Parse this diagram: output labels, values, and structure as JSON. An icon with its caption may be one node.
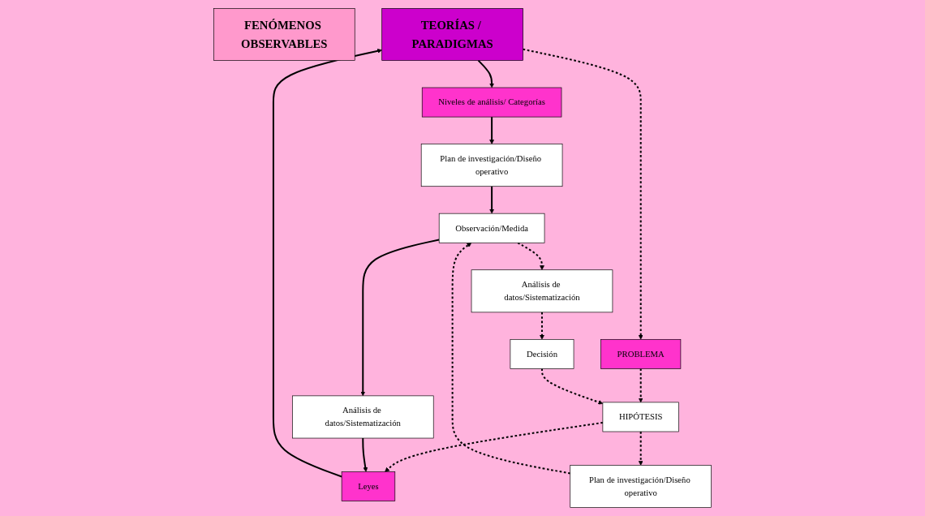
{
  "diagram": {
    "nodes": [
      {
        "text": [
          "TEORÍAS / PARADIGMAS"
        ]
      },
      {
        "text": [
          "PROBLEMA"
        ]
      },
      {
        "text": [
          "Niveles de análisis/ Categorías"
        ]
      },
      {
        "text": [
          "Leyes"
        ]
      },
      {
        "text": [
          "HIPÓTESIS"
        ]
      },
      {
        "text": [
          "Decisión"
        ]
      },
      {
        "text": [
          "Análisis de datos/Sistematización"
        ]
      },
      {
        "text": [
          "Plan de investigación/Diseño operativo"
        ]
      },
      {
        "text": [
          "Análisis de datos/Sistematización"
        ]
      },
      {
        "text": [
          "Plan de investigación/Diseño operativo"
        ]
      },
      {
        "text": [
          "Observación/Medida"
        ]
      },
      {
        "text": [
          "FENÓMENOS OBSERVABLES"
        ]
      }
    ],
    "edges": [
      {
        "from": 0,
        "to": 2,
        "arrow": "to"
      },
      {
        "from": 3,
        "to": 0,
        "arrow": "to"
      },
      {
        "from": 0,
        "to": 1,
        "arrow": "to",
        "style": "dashed"
      },
      {
        "from": 1,
        "to": 4,
        "arrow": "to",
        "style": "dashed"
      },
      {
        "from": 4,
        "to": 3,
        "arrow": "to",
        "style": "dashed"
      },
      {
        "from": 5,
        "to": 4,
        "arrow": "to",
        "style": "dashed"
      },
      {
        "from": 4,
        "to": 7,
        "arrow": "to",
        "style": "dashed"
      },
      {
        "from": 2,
        "to": 9,
        "arrow": "to"
      },
      {
        "from": 6,
        "to": 3,
        "arrow": "to"
      },
      {
        "from": 10,
        "to": 6,
        "arrow": "to"
      },
      {
        "from": 9,
        "to": 10,
        "arrow": "to"
      },
      {
        "from": 7,
        "to": 10,
        "arrow": "to",
        "style": "dashed"
      },
      {
        "from": 10,
        "to": 8,
        "arrow": "to",
        "style": "dashed"
      },
      {
        "from": 8,
        "to": 5,
        "arrow": "to",
        "style": "dashed"
      }
    ]
  }
}
